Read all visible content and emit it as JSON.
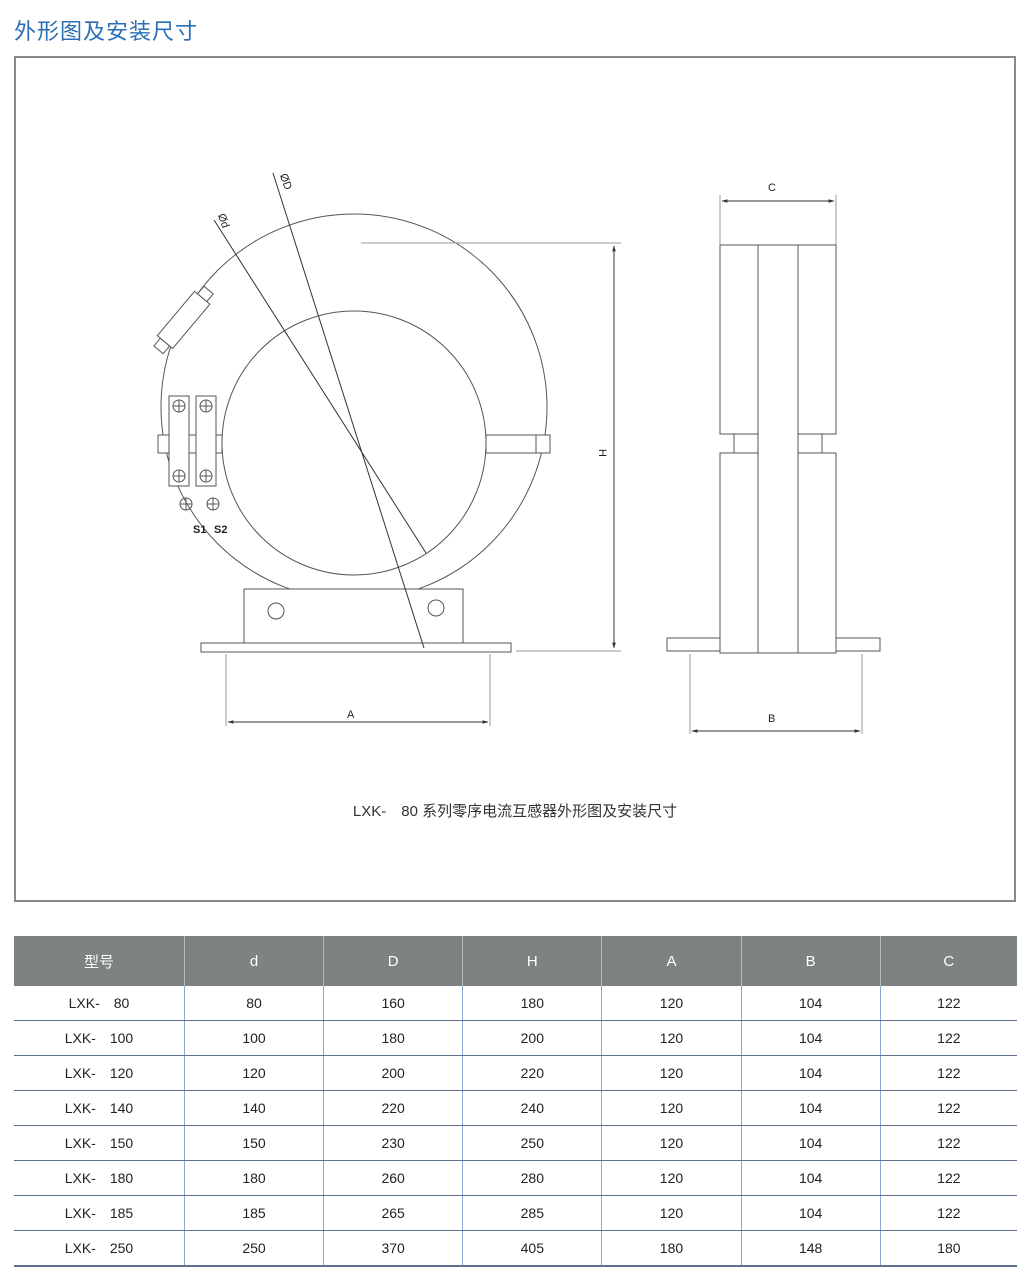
{
  "page": {
    "title": "外形图及安装尺寸"
  },
  "drawing": {
    "caption": "LXK-　80 系列零序电流互感器外形图及安装尺寸",
    "labels": {
      "D": "ØD",
      "d": "Ød",
      "H": "H",
      "A": "A",
      "B": "B",
      "C": "C",
      "s1": "S1",
      "s2": "S2"
    }
  },
  "table": {
    "headers": [
      "型号",
      "d",
      "D",
      "H",
      "A",
      "B",
      "C"
    ],
    "rows": [
      [
        "LXK-　80",
        "80",
        "160",
        "180",
        "120",
        "104",
        "122"
      ],
      [
        "LXK-　100",
        "100",
        "180",
        "200",
        "120",
        "104",
        "122"
      ],
      [
        "LXK-　120",
        "120",
        "200",
        "220",
        "120",
        "104",
        "122"
      ],
      [
        "LXK-　140",
        "140",
        "220",
        "240",
        "120",
        "104",
        "122"
      ],
      [
        "LXK-　150",
        "150",
        "230",
        "250",
        "120",
        "104",
        "122"
      ],
      [
        "LXK-　180",
        "180",
        "260",
        "280",
        "120",
        "104",
        "122"
      ],
      [
        "LXK-　185",
        "185",
        "265",
        "285",
        "120",
        "104",
        "122"
      ],
      [
        "LXK-　250",
        "250",
        "370",
        "405",
        "180",
        "148",
        "180"
      ]
    ]
  },
  "colors": {
    "title": "#2a6fb5",
    "header_bg": "#7f8282",
    "row_line": "#5d6f8c",
    "col_line": "#8fa6d6"
  }
}
